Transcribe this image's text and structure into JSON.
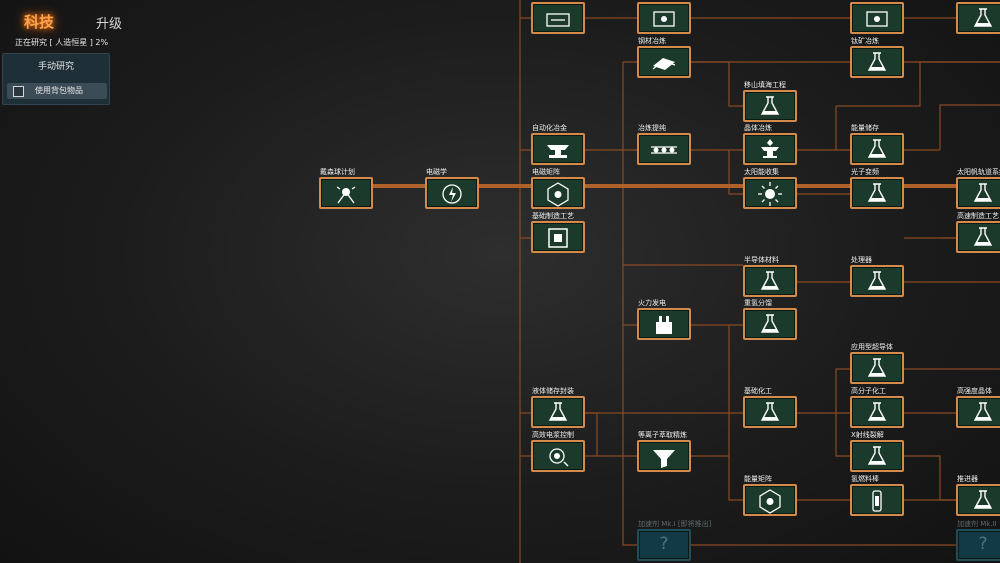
{
  "tabs": {
    "active": "科技",
    "other": "升级"
  },
  "research_status": "正在研究 [ 人造恒星 ] 2%",
  "panel": {
    "title": "手动研究",
    "checkbox_label": "使用背包物品",
    "checked": false
  },
  "colors": {
    "accent": "#d68a4a",
    "node_bg": "#1c3a2c",
    "locked_bg": "#123a44"
  },
  "nodes": [
    {
      "id": "dyson",
      "label": "戴森球计划",
      "icon": "dyson-sphere-icon",
      "locked": false
    },
    {
      "id": "em",
      "label": "电磁学",
      "icon": "electromagnetism-icon",
      "locked": false
    },
    {
      "id": "auto",
      "label": "自动化冶金",
      "icon": "anvil-icon",
      "locked": false
    },
    {
      "id": "emmatrix",
      "label": "电磁矩阵",
      "icon": "matrix-icon",
      "locked": false
    },
    {
      "id": "basic",
      "label": "基础制造工艺",
      "icon": "assembler-icon",
      "locked": false
    },
    {
      "id": "smelt",
      "label": "冶炼提纯",
      "icon": "refine-icon",
      "locked": false
    },
    {
      "id": "steel",
      "label": "钢材冶炼",
      "icon": "steel-icon",
      "locked": false
    },
    {
      "id": "move",
      "label": "移山填海工程",
      "icon": "flask-icon",
      "locked": false
    },
    {
      "id": "crystal",
      "label": "晶体冶炼",
      "icon": "crystal-smelt-icon",
      "locked": false
    },
    {
      "id": "solar",
      "label": "太阳能收集",
      "icon": "sun-icon",
      "locked": false
    },
    {
      "id": "titan",
      "label": "钛矿冶炼",
      "icon": "flask-icon",
      "locked": false
    },
    {
      "id": "energy",
      "label": "能量储存",
      "icon": "flask-icon",
      "locked": false
    },
    {
      "id": "photon",
      "label": "光子变频",
      "icon": "flask-icon",
      "locked": false
    },
    {
      "id": "solarsail",
      "label": "太阳帆轨道系统",
      "icon": "flask-icon",
      "locked": false
    },
    {
      "id": "highspeed",
      "label": "高速制造工艺",
      "icon": "flask-icon",
      "locked": false
    },
    {
      "id": "semi",
      "label": "半导体材料",
      "icon": "flask-icon",
      "locked": false
    },
    {
      "id": "proc",
      "label": "处理器",
      "icon": "flask-icon",
      "locked": false
    },
    {
      "id": "thermal",
      "label": "火力发电",
      "icon": "power-plant-icon",
      "locked": false
    },
    {
      "id": "heavy",
      "label": "重氢分馏",
      "icon": "flask-icon",
      "locked": false
    },
    {
      "id": "fluid",
      "label": "液体储存封装",
      "icon": "flask-icon",
      "locked": false
    },
    {
      "id": "hec",
      "label": "高效电浆控制",
      "icon": "plasma-icon",
      "locked": false
    },
    {
      "id": "plasma",
      "label": "等离子萃取精炼",
      "icon": "funnel-icon",
      "locked": false
    },
    {
      "id": "basicchem",
      "label": "基础化工",
      "icon": "flask-icon",
      "locked": false
    },
    {
      "id": "applied",
      "label": "应用型超导体",
      "icon": "flask-icon",
      "locked": false
    },
    {
      "id": "polymer",
      "label": "高分子化工",
      "icon": "flask-icon",
      "locked": false
    },
    {
      "id": "highstr",
      "label": "高强度晶体",
      "icon": "flask-icon",
      "locked": false
    },
    {
      "id": "xray",
      "label": "X射线裂解",
      "icon": "flask-icon",
      "locked": false
    },
    {
      "id": "ematrix",
      "label": "能量矩阵",
      "icon": "matrix-icon",
      "locked": false
    },
    {
      "id": "fuel",
      "label": "氢燃料棒",
      "icon": "fuel-rod-icon",
      "locked": false
    },
    {
      "id": "thruster",
      "label": "推进器",
      "icon": "flask-icon",
      "locked": false
    },
    {
      "id": "top1",
      "label": "",
      "icon": "conveyor-icon",
      "locked": false
    },
    {
      "id": "top2",
      "label": "",
      "icon": "machine-icon",
      "locked": false
    },
    {
      "id": "top3",
      "label": "",
      "icon": "machine-icon",
      "locked": false
    },
    {
      "id": "top4",
      "label": "",
      "icon": "flask-icon",
      "locked": false
    },
    {
      "id": "lock1",
      "label": "加速剂 Mk.I [即将推出]",
      "icon": "question-icon",
      "locked": true
    },
    {
      "id": "lock2",
      "label": "加速剂 Mk.II",
      "icon": "question-icon",
      "locked": true
    }
  ]
}
